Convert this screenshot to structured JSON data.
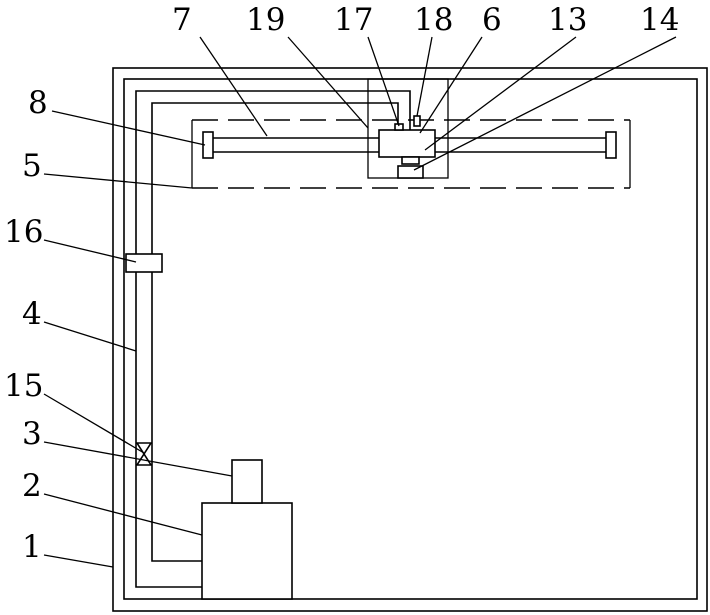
{
  "labels": {
    "l1": "1",
    "l2": "2",
    "l3": "3",
    "l4": "4",
    "l5": "5",
    "l6": "6",
    "l7": "7",
    "l8": "8",
    "l13": "13",
    "l14": "14",
    "l15": "15",
    "l16": "16",
    "l17": "17",
    "l18": "18",
    "l19": "19"
  }
}
